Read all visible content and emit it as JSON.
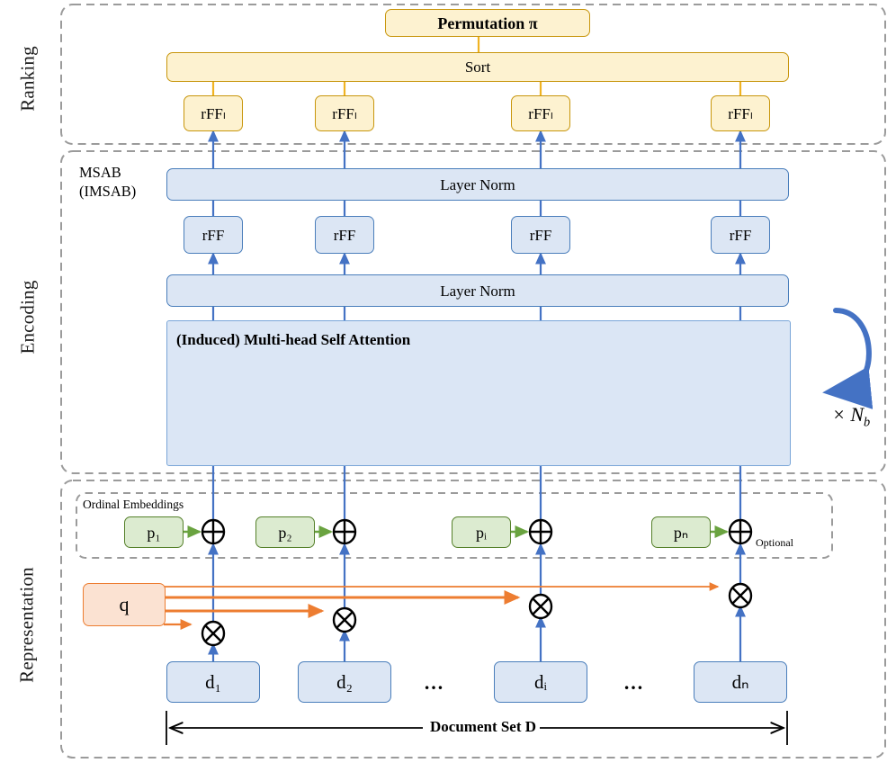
{
  "figure": {
    "type": "architecture-diagram",
    "title": "Set-based document ranking transformer architecture"
  },
  "sections": [
    {
      "id": "ranking",
      "label": "Ranking"
    },
    {
      "id": "encoding",
      "label": "Encoding"
    },
    {
      "id": "representation",
      "label": "Representation"
    }
  ],
  "ranking": {
    "output_box": "Permutation π",
    "sort_box": "Sort",
    "rff_boxes": [
      "rFFₗ",
      "rFFₗ",
      "rFFₗ",
      "rFFₗ"
    ]
  },
  "encoding": {
    "block_label_line1": "MSAB",
    "block_label_line2": "(IMSAB)",
    "layer_norm_top": "Layer Norm",
    "rff_boxes": [
      "rFF",
      "rFF",
      "rFF",
      "rFF"
    ],
    "layer_norm_bottom": "Layer Norm",
    "attention_title": "(Induced) Multi-head Self Attention",
    "repeat_label": "× N",
    "repeat_subscript": "b"
  },
  "representation": {
    "ordinal_group_label": "Ordinal Embeddings",
    "optional_label": "Optional",
    "position_boxes": [
      "p₁",
      "p₂",
      "pᵢ",
      "pₙ"
    ],
    "add_operator": "⊕",
    "multiply_operator": "⊗",
    "query_box": "q",
    "document_boxes": [
      "d₁",
      "d₂",
      "dᵢ",
      "dₙ"
    ],
    "ellipsis": "…",
    "document_set_label": "Document Set D"
  },
  "colors": {
    "gold_fill": "#fdf2d0",
    "gold_stroke": "#c8960c",
    "blue_fill": "#dce6f4",
    "blue_stroke": "#4a7ebb",
    "attention_panel_fill": "#dbe6f5",
    "green_fill": "#dcebd0",
    "green_stroke": "#55802a",
    "orange_fill": "#fbe2d2",
    "orange_stroke": "#ed7d31",
    "arrow_blue": "#4472c4",
    "dashed_border": "#9b9b9b"
  },
  "columns_x": [
    237,
    383,
    601,
    823
  ]
}
